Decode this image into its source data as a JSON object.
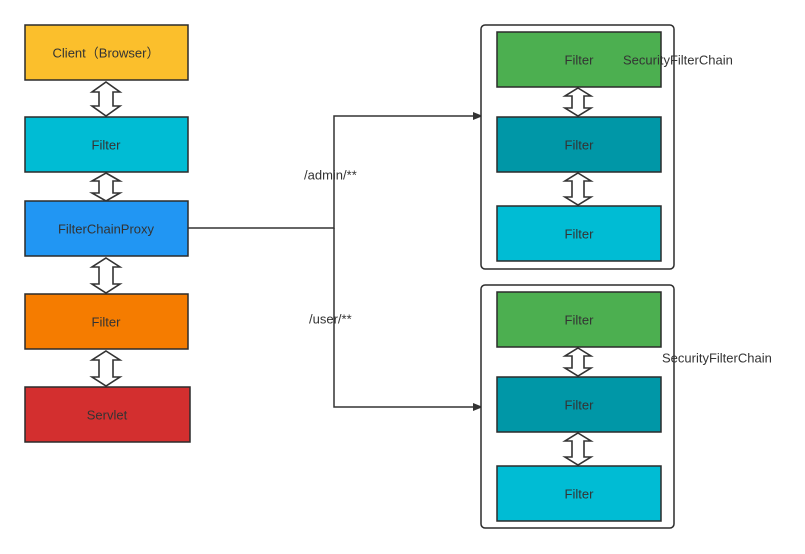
{
  "colors": {
    "client": "#fbbf2c",
    "filter_cyan": "#00bcd4",
    "proxy_blue": "#2196f3",
    "filter_orange": "#f57c00",
    "servlet_red": "#d32f2f",
    "chain_green": "#4caf50",
    "chain_teal": "#0097a7",
    "chain_cyan": "#00bcd4"
  },
  "left_column": {
    "client": "Client（Browser）",
    "filter_top": "Filter",
    "proxy": "FilterChainProxy",
    "filter_bottom": "Filter",
    "servlet": "Servlet"
  },
  "routes": {
    "admin": "/admin/**",
    "user": "/user/**"
  },
  "chain_admin": {
    "label": "SecurityFilterChain",
    "filters": [
      "Filter",
      "Filter",
      "Filter"
    ]
  },
  "chain_user": {
    "label": "SecurityFilterChain",
    "filters": [
      "Filter",
      "Filter",
      "Filter"
    ]
  }
}
